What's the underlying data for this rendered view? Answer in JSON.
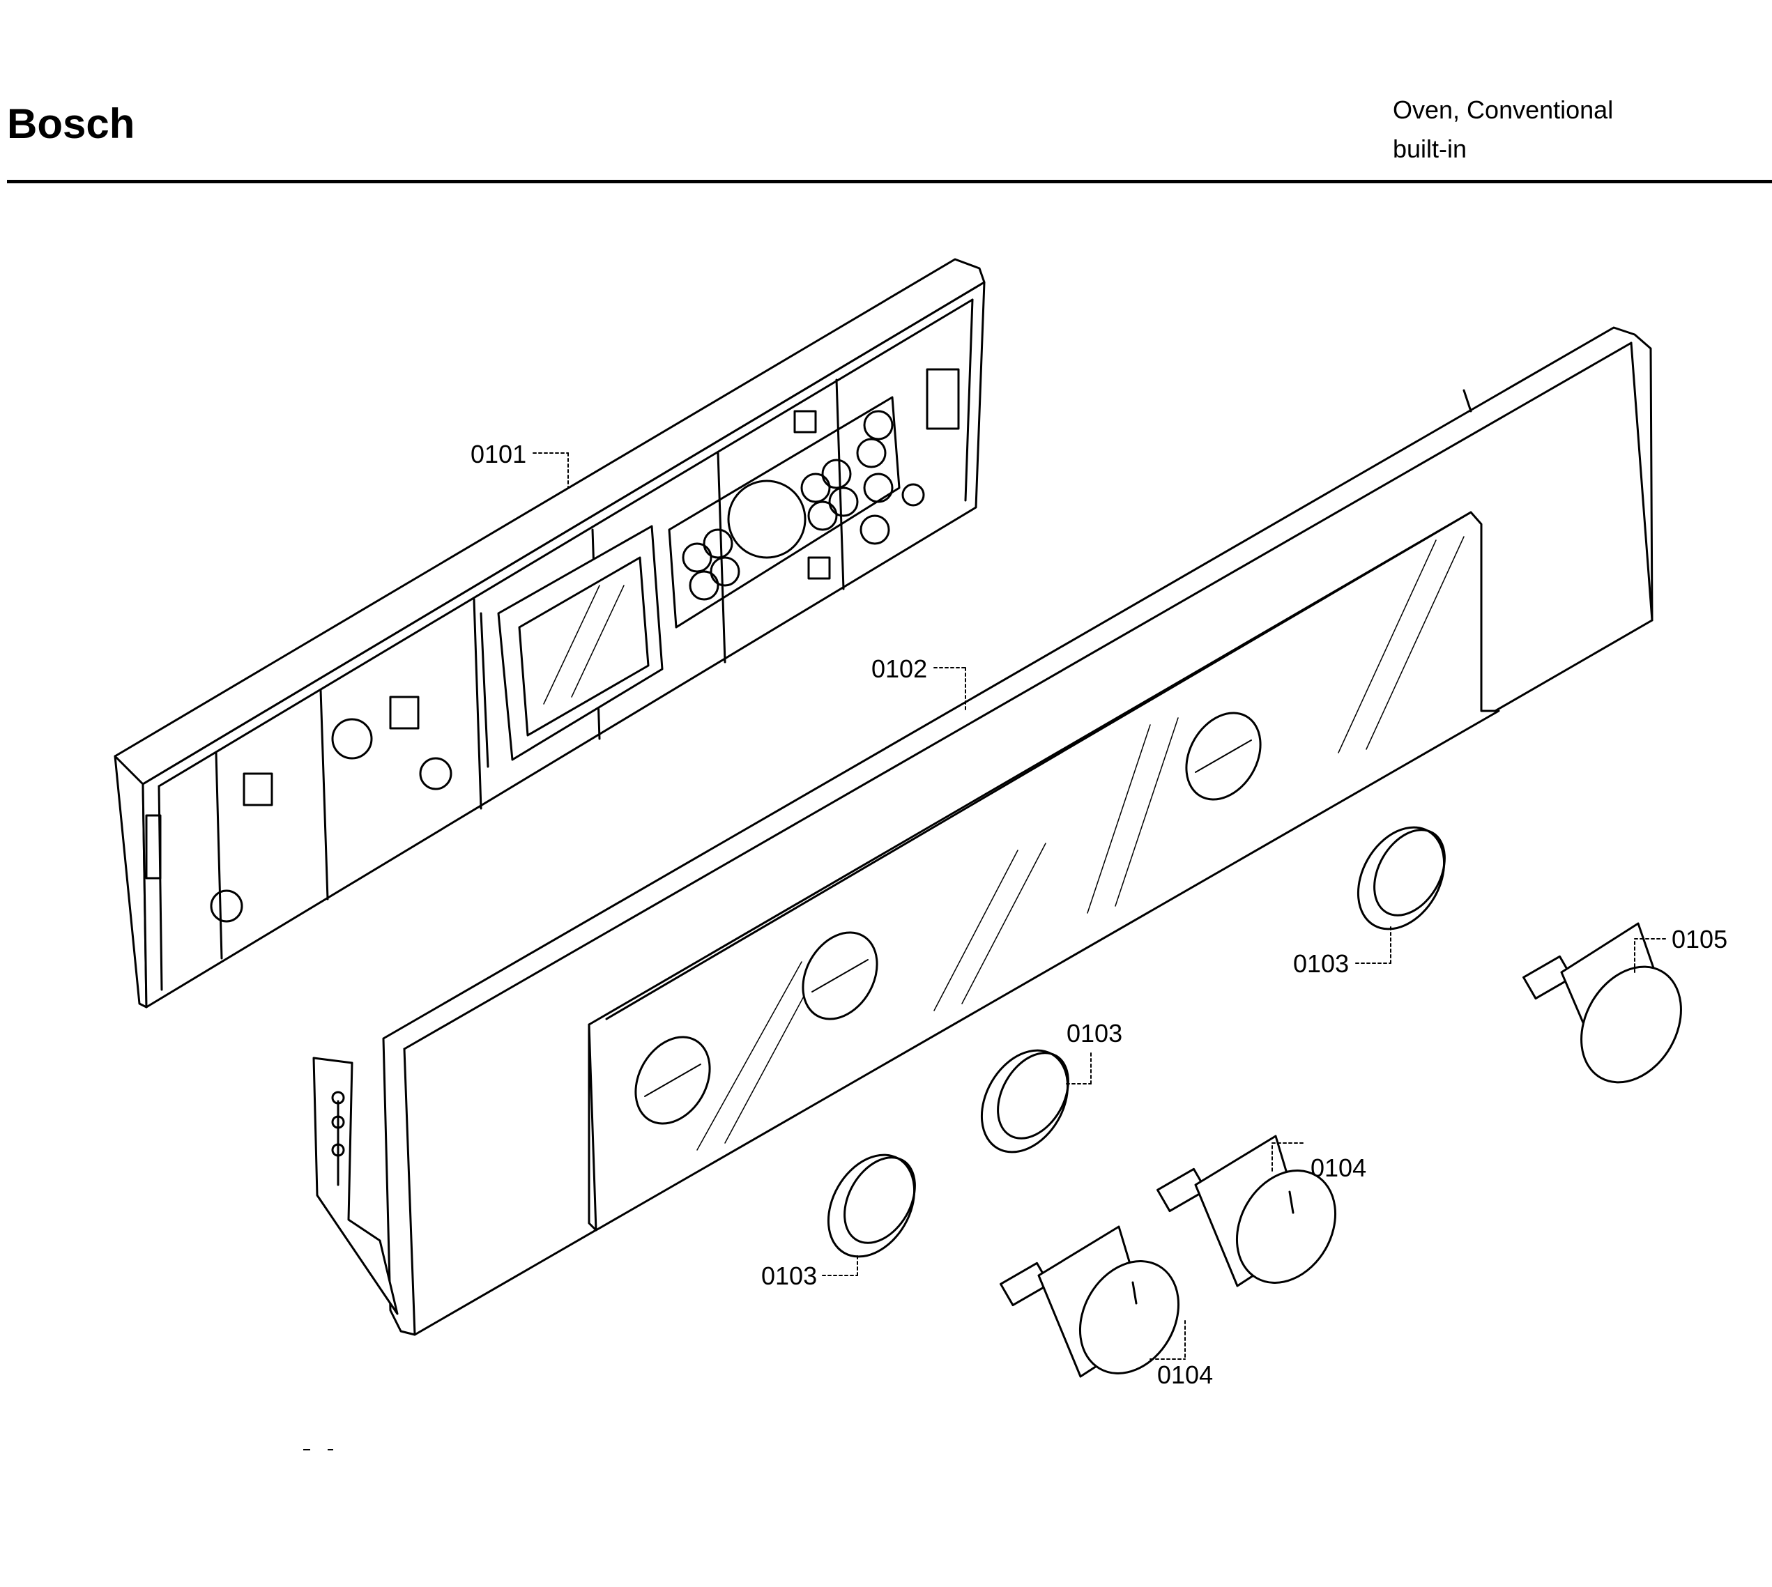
{
  "header": {
    "brand": "Bosch",
    "title_line1": "Oven, Conventional",
    "title_line2": "built-in"
  },
  "callouts": {
    "c0101": "0101",
    "c0102": "0102",
    "c0103a": "0103",
    "c0103b": "0103",
    "c0103c": "0103",
    "c0104a": "0104",
    "c0104b": "0104",
    "c0105": "0105"
  }
}
